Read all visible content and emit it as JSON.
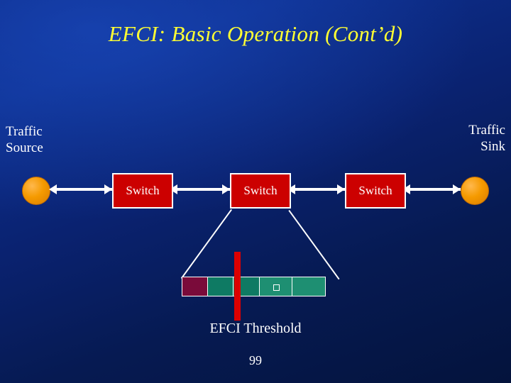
{
  "slide": {
    "title": "EFCI: Basic Operation (Cont’d)",
    "page_number": "99",
    "background_color": "#08235f",
    "title_color": "#ffff33"
  },
  "labels": {
    "traffic_source": "Traffic\nSource",
    "traffic_source_line1": "Traffic",
    "traffic_source_line2": "Source",
    "traffic_sink_line1": "Traffic",
    "traffic_sink_line2": "Sink",
    "efci_threshold": "EFCI Threshold"
  },
  "nodes": {
    "source_node": "source-endpoint",
    "sink_node": "sink-endpoint",
    "switches": [
      {
        "label": "Switch"
      },
      {
        "label": "Switch"
      },
      {
        "label": "Switch"
      }
    ],
    "switch_color": "#cc0000",
    "endpoint_color": "#f59a00"
  },
  "queue": {
    "cells": [
      {
        "fill": "#7a0b3a",
        "marker": false
      },
      {
        "fill": "#0e7a63",
        "marker": false
      },
      {
        "fill": "#0e7a63",
        "marker": false
      },
      {
        "fill": "#1e8f72",
        "marker": true
      },
      {
        "fill": "#1e8f72",
        "marker": false
      }
    ],
    "threshold_marker_color": "#dd0000"
  }
}
